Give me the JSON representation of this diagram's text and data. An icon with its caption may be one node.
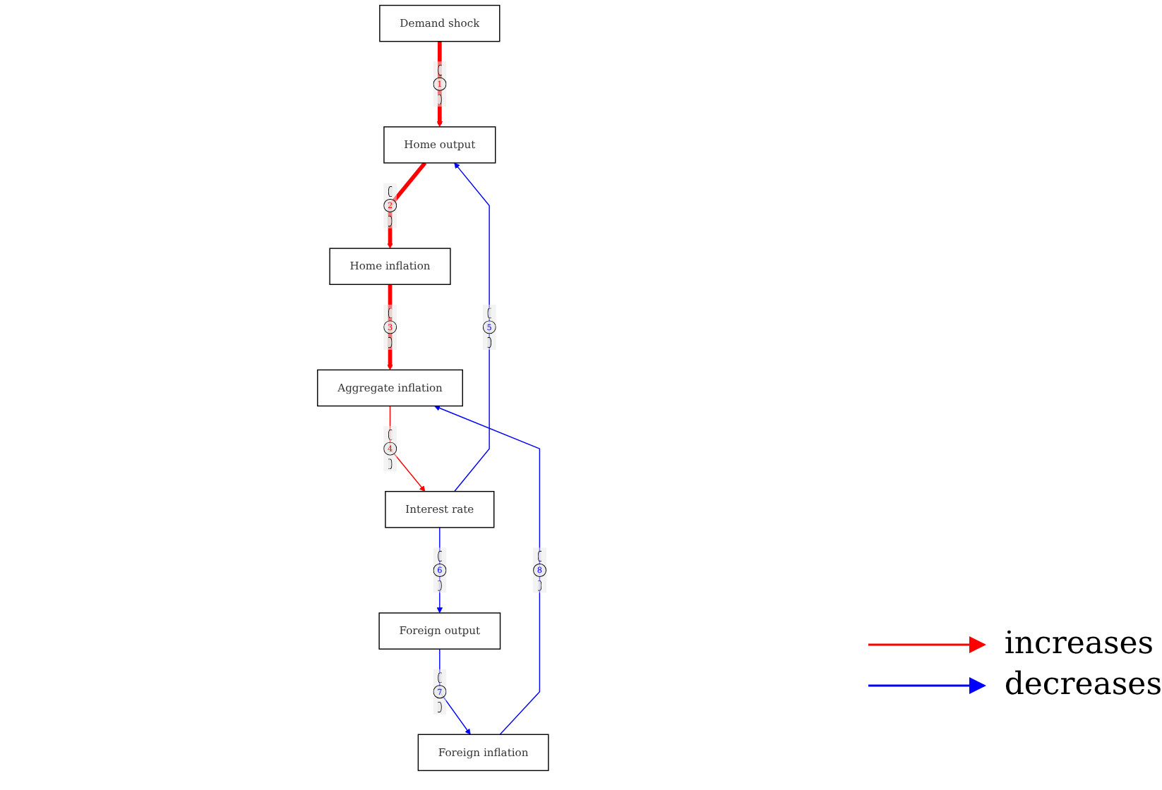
{
  "diagram": {
    "nodes": [
      {
        "text": [
          "Demand shock"
        ]
      },
      {
        "text": [
          "Home output"
        ]
      },
      {
        "text": [
          "Home inflation"
        ]
      },
      {
        "text": [
          "Aggregate inflation"
        ]
      },
      {
        "text": [
          "Interest rate"
        ]
      },
      {
        "text": [
          "Foreign output"
        ]
      },
      {
        "text": [
          "Foreign inflation"
        ]
      }
    ],
    "edges": [
      {
        "from": 0,
        "to": 1,
        "arrow": "to",
        "label": "1",
        "style": "thick",
        "color": "#ff0000"
      },
      {
        "from": 1,
        "to": 2,
        "arrow": "to",
        "label": "2",
        "style": "thick",
        "color": "#ff0000"
      },
      {
        "from": 2,
        "to": 3,
        "arrow": "to",
        "label": "3",
        "style": "thick",
        "color": "#ff0000"
      },
      {
        "from": 3,
        "to": 4,
        "arrow": "to",
        "label": "4",
        "color": "#ff0000"
      },
      {
        "from": 4,
        "to": 1,
        "arrow": "to",
        "label": "5",
        "color": "#0000ff"
      },
      {
        "from": 4,
        "to": 5,
        "arrow": "to",
        "label": "6",
        "color": "#0000ff"
      },
      {
        "from": 5,
        "to": 6,
        "arrow": "to",
        "label": "7",
        "color": "#0000ff"
      },
      {
        "from": 6,
        "to": 3,
        "arrow": "to",
        "label": "8",
        "color": "#0000ff"
      }
    ],
    "legend": [
      {
        "text": "increases"
      },
      {
        "text": "decreases"
      }
    ]
  }
}
